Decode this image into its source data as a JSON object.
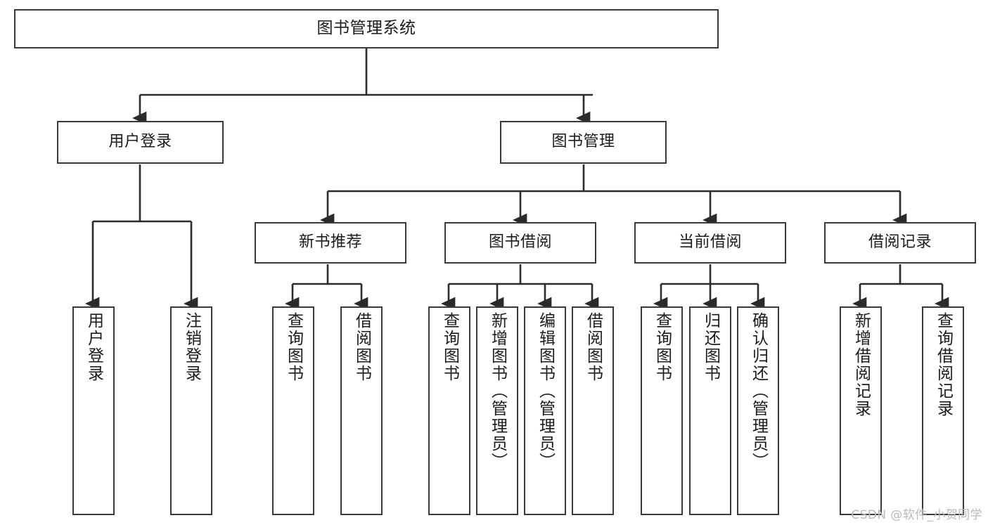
{
  "diagram": {
    "title": "图书管理系统",
    "type": "tree-hierarchy-diagram",
    "colors": {
      "box_border": "#3a3a3a",
      "box_fill": "#ffffff",
      "connector": "#2b2b2b",
      "text": "#1b1b1b",
      "watermark": "#b9b9b9",
      "background": "#ffffff"
    },
    "root": {
      "label": "图书管理系统"
    },
    "level2": [
      {
        "label": "用户登录"
      },
      {
        "label": "图书管理"
      }
    ],
    "level3": [
      {
        "label": "新书推荐"
      },
      {
        "label": "图书借阅"
      },
      {
        "label": "当前借阅"
      },
      {
        "label": "借阅记录"
      }
    ],
    "leaves_user_login": [
      {
        "label": "用户登录"
      },
      {
        "label": "注销登录"
      }
    ],
    "leaves_new_book": [
      {
        "label": "查询图书"
      },
      {
        "label": "借阅图书"
      }
    ],
    "leaves_borrow": [
      {
        "label": "查询图书"
      },
      {
        "label": "新增图书（管理员）"
      },
      {
        "label": "编辑图书（管理员）"
      },
      {
        "label": "借阅图书"
      }
    ],
    "leaves_current": [
      {
        "label": "查询图书"
      },
      {
        "label": "归还图书"
      },
      {
        "label": "确认归还（管理员）"
      }
    ],
    "leaves_record": [
      {
        "label": "新增借阅记录"
      },
      {
        "label": "查询借阅记录"
      }
    ],
    "watermark": "CSDN @软件_小贺同学"
  }
}
